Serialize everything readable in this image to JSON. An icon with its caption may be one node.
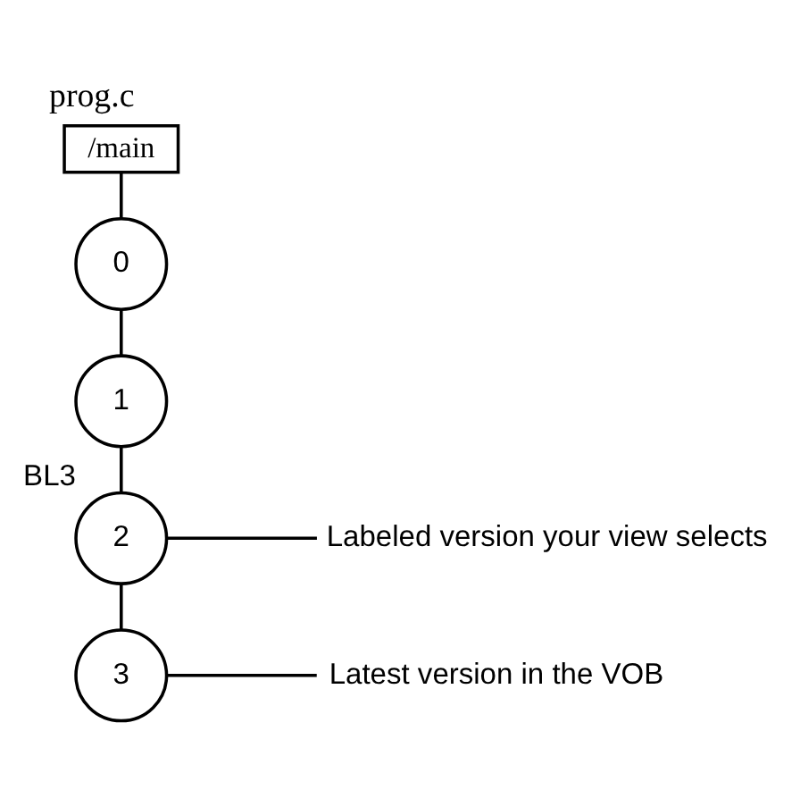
{
  "diagram": {
    "title": "prog.c",
    "nodes": [
      {
        "text": [
          "/main"
        ]
      },
      {
        "text": [
          "0"
        ]
      },
      {
        "text": [
          "1"
        ]
      },
      {
        "text": [
          "2"
        ],
        "beside": [
          "BL3"
        ]
      },
      {
        "text": [
          "3"
        ]
      },
      {
        "text": [
          "Labeled version your view selects"
        ]
      },
      {
        "text": [
          "Latest version in the VOB"
        ]
      }
    ],
    "edges": [
      {
        "from": 0,
        "to": 1,
        "arrow": "none"
      },
      {
        "from": 1,
        "to": 2,
        "arrow": "none"
      },
      {
        "from": 2,
        "to": 3,
        "arrow": "none"
      },
      {
        "from": 3,
        "to": 4,
        "arrow": "none"
      },
      {
        "from": 5,
        "to": 3,
        "arrow": "none"
      },
      {
        "from": 6,
        "to": 4,
        "arrow": "none"
      }
    ]
  }
}
